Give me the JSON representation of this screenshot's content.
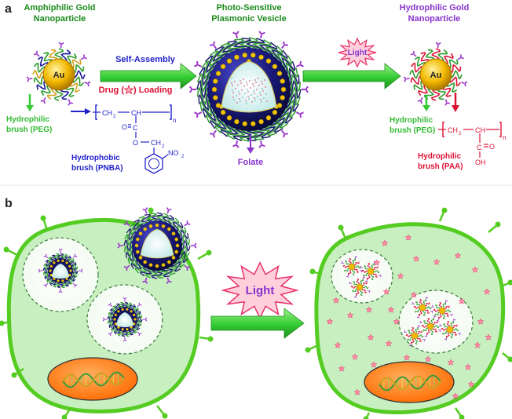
{
  "panel_a": {
    "label": "a",
    "np_left_title": [
      "Amphiphilic Gold",
      "Nanoparticle"
    ],
    "vesicle_title": [
      "Photo-Sensitive",
      "Plasmonic Vesicle"
    ],
    "np_right_title": [
      "Hydrophilic Gold",
      "Nanoparticle"
    ],
    "au_label": "Au",
    "arrow1_top": "Self-Assembly",
    "arrow1_bottom_pre": "Drug (",
    "arrow1_bottom_post": ") Loading",
    "light_label": "Light",
    "peg_left": [
      "Hydrophilic",
      "brush (PEG)"
    ],
    "pnba_label": [
      "Hydrophobic",
      "brush (PNBA)"
    ],
    "folate": "Folate",
    "peg_right": [
      "Hydrophilic",
      "brush (PEG)"
    ],
    "paa_label": [
      "Hydrophilic",
      "brush (PAA)"
    ],
    "chem_ch2": "CH",
    "chem_sub2": "2",
    "chem_ch": "CH",
    "chem_n": "n",
    "chem_c": "C",
    "chem_o": "O",
    "chem_no2": "NO",
    "chem_oh": "OH"
  },
  "panel_b": {
    "label": "b",
    "light_label": "Light"
  },
  "colors": {
    "green_text": "#1a8a1a",
    "purple_text": "#8833cc",
    "blue_text": "#2222cc",
    "red_text": "#dd1133",
    "bright_green": "#33cc33",
    "cell_fill": "#c8efc0",
    "cell_edge": "#55cc22",
    "vesicle": "#1a1a6e",
    "gold": "#f2b800"
  }
}
